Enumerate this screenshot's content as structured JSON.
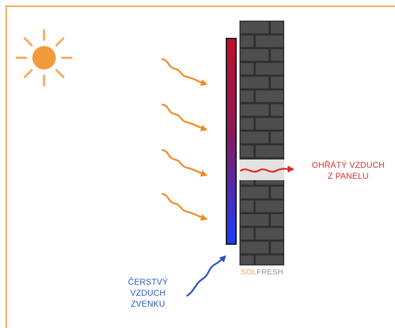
{
  "colors": {
    "frame": "#f5a454",
    "sun": "#f39a3b",
    "wave_arrow": "#f08a24",
    "panel_top": "#c0102a",
    "panel_bottom": "#1a3cff",
    "brick": "#4e4e4e",
    "hot_air": "#d92a2a",
    "fresh_air": "#2a55c8",
    "brand_sol": "#f0a04b",
    "brand_fresh": "#8a8a8a"
  },
  "icons": [
    "sun-icon",
    "heat-wave-arrow-icon",
    "cold-air-arrow-icon",
    "hot-air-arrow-icon"
  ],
  "labels": {
    "hot_air": [
      "OHŘÁTÝ VZDUCH",
      "Z PANELU"
    ],
    "fresh_air": [
      "ČERSTVÝ",
      "VZDUCH",
      "ZVENKU"
    ]
  },
  "brand": {
    "sol": "SOL",
    "fresh": "FRESH"
  }
}
